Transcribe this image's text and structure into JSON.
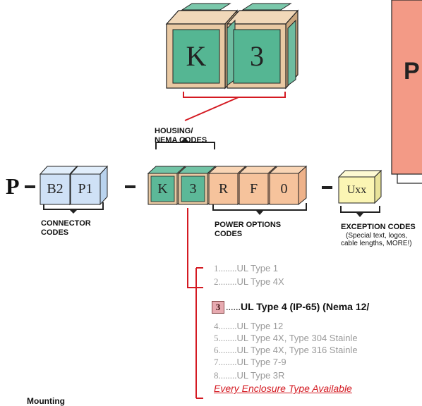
{
  "big_cubes": [
    "K",
    "3"
  ],
  "prefix": {
    "letter": "P",
    "dash": "-"
  },
  "connector": {
    "codes": [
      "B2",
      "P1"
    ],
    "label_line1": "CONNECTOR",
    "label_line2": "CODES"
  },
  "housing": {
    "codes": [
      "K",
      "3"
    ],
    "label_line1": "HOUSING/",
    "label_line2": "NEMA CODES"
  },
  "power": {
    "codes": [
      "R",
      "F",
      "0"
    ],
    "label_line1": "POWER OPTIONS",
    "label_line2": "CODES"
  },
  "exception": {
    "code": "Uxx",
    "label": "EXCEPTION CODES",
    "note_line1": "(Special text, logos,",
    "note_line2": "cable lengths, MORE!)"
  },
  "enclosure_list": {
    "items_before": [
      {
        "num": "1",
        "dots": "........",
        "text": "UL Type 1"
      },
      {
        "num": "2",
        "dots": "........",
        "text": "UL Type 4X"
      }
    ],
    "selected": {
      "num": "3",
      "dots": "......",
      "text": "UL Type 4 (IP-65) (Nema 12/"
    },
    "items_after": [
      {
        "num": "4",
        "dots": "........",
        "text": "UL Type 12"
      },
      {
        "num": "5",
        "dots": "........",
        "text": "UL Type 4X, Type 304 Stainle"
      },
      {
        "num": "6",
        "dots": "........",
        "text": "UL Type 4X, Type 316 Stainle"
      },
      {
        "num": "7",
        "dots": "........",
        "text": "UL Type 7-9"
      },
      {
        "num": "8",
        "dots": "........",
        "text": "UL Type 3R"
      }
    ],
    "footer": "Every Enclosure Type Available"
  },
  "callout_letter": "P",
  "mounting_label": "Mounting",
  "colors": {
    "connector_blue": "#cfe1f6",
    "housing_teal": "#5cb898",
    "power_peach": "#f6c39c",
    "exception_yellow": "#fbf5b4",
    "big_cube_front": "#55b693",
    "big_cube_tan": "#e9c9a3",
    "callout_salmon": "#f39a86",
    "line_red": "#d41a22",
    "gray_text": "#9a9a9a"
  }
}
